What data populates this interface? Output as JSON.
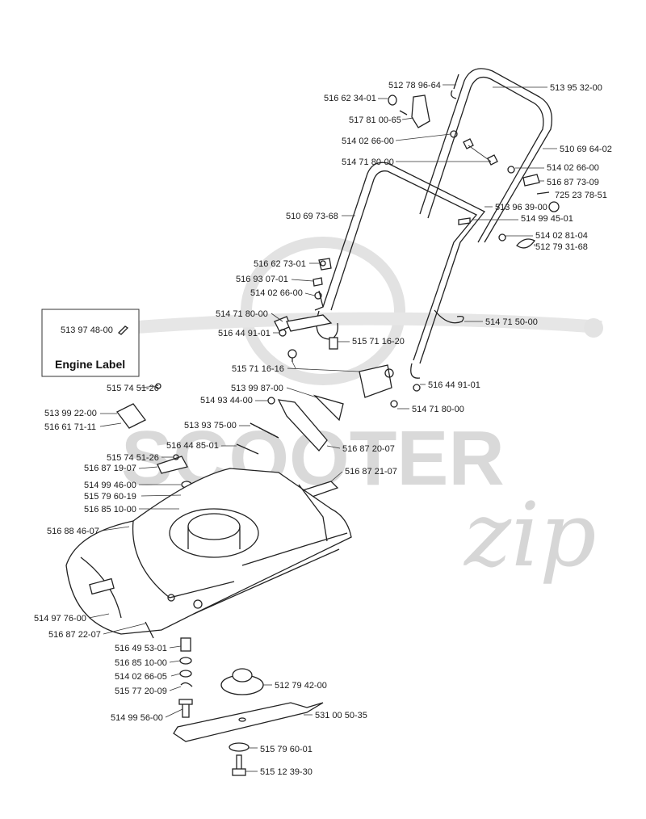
{
  "watermark": {
    "brand": "SCOOTER",
    "script": "zip"
  },
  "engine_label_box": {
    "title": "Engine Label",
    "part": "513 97 48-00"
  },
  "parts": [
    "512 78 96-64",
    "513 95 32-00",
    "516 62 34-01",
    "517 81 00-65",
    "514 02 66-00",
    "514 71 80-00",
    "510 69 64-02",
    "514 02 66-00",
    "516 87 73-09",
    "725 23 78-51",
    "513 96 39-00",
    "510 69 73-68",
    "514 99 45-01",
    "514 02 81-04",
    "512 79 31-68",
    "516 62 73-01",
    "516 93 07-01",
    "514 02 66-00",
    "514 71 80-00",
    "514 71 50-00",
    "516 44 91-01",
    "515 71 16-20",
    "515 71 16-16",
    "516 44 91-01",
    "515 74 51-26",
    "513 99 87-00",
    "514 93 44-00",
    "514 71 80-00",
    "513 99 22-00",
    "516 61 71-11",
    "513 93 75-00",
    "516 44 85-01",
    "516 87 20-07",
    "515 74 51-26",
    "516 87 19-07",
    "516 87 21-07",
    "514 99 46-00",
    "515 79 60-19",
    "516 85 10-00",
    "516 88 46-07",
    "514 97 76-00",
    "516 87 22-07",
    "516 49 53-01",
    "516 85 10-00",
    "514 02 66-05",
    "512 79 42-00",
    "515 77 20-09",
    "531 00 50-35",
    "514 99 56-00",
    "515 79 60-01",
    "515 12 39-30"
  ]
}
